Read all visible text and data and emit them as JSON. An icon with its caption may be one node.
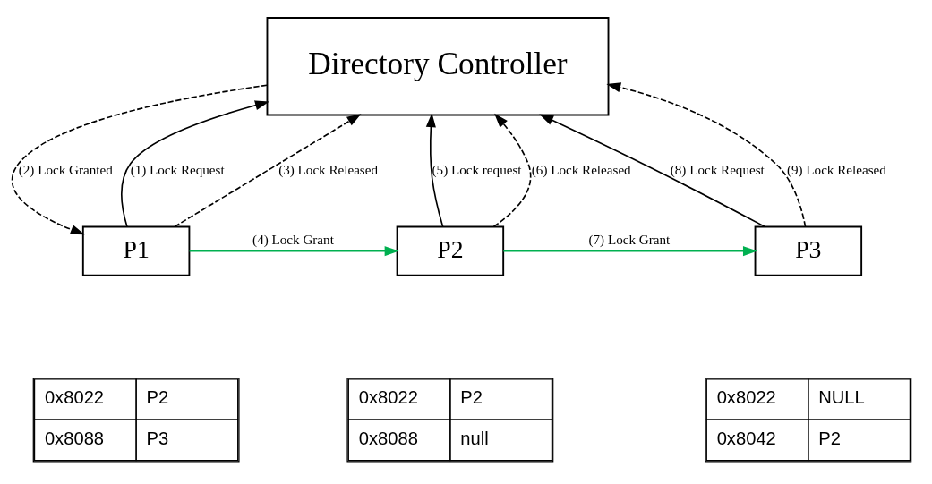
{
  "diagram": {
    "nodes": [
      {
        "text": [
          "Directory Controller"
        ]
      },
      {
        "text": [
          "P1"
        ]
      },
      {
        "text": [
          "P2"
        ]
      },
      {
        "text": [
          "P3"
        ]
      }
    ],
    "edges": [
      {
        "from": 1,
        "to": 0,
        "arrow": "to",
        "label": "(1) Lock Request"
      },
      {
        "from": 0,
        "to": 1,
        "arrow": "to",
        "label": "(2) Lock Granted",
        "style": "dashed"
      },
      {
        "from": 1,
        "to": 0,
        "arrow": "to",
        "label": "(3) Lock Released",
        "style": "dashed"
      },
      {
        "from": 1,
        "to": 2,
        "arrow": "to",
        "label": "(4) Lock Grant",
        "color": "#00b050"
      },
      {
        "from": 2,
        "to": 0,
        "arrow": "to",
        "label": "(5) Lock request"
      },
      {
        "from": 2,
        "to": 0,
        "arrow": "to",
        "label": "(6) Lock Released",
        "style": "dashed"
      },
      {
        "from": 2,
        "to": 3,
        "arrow": "to",
        "label": "(7) Lock Grant",
        "color": "#00b050"
      },
      {
        "from": 3,
        "to": 0,
        "arrow": "to",
        "label": "(8) Lock Request"
      },
      {
        "from": 3,
        "to": 0,
        "arrow": "to",
        "label": "(9) Lock Released",
        "style": "dashed"
      }
    ],
    "labels": [
      "0x8022",
      "P2",
      "0x8088",
      "P3",
      "0x8022",
      "P2",
      "0x8088",
      "null",
      "0x8022",
      "NULL",
      "0x8042",
      "P2"
    ]
  }
}
